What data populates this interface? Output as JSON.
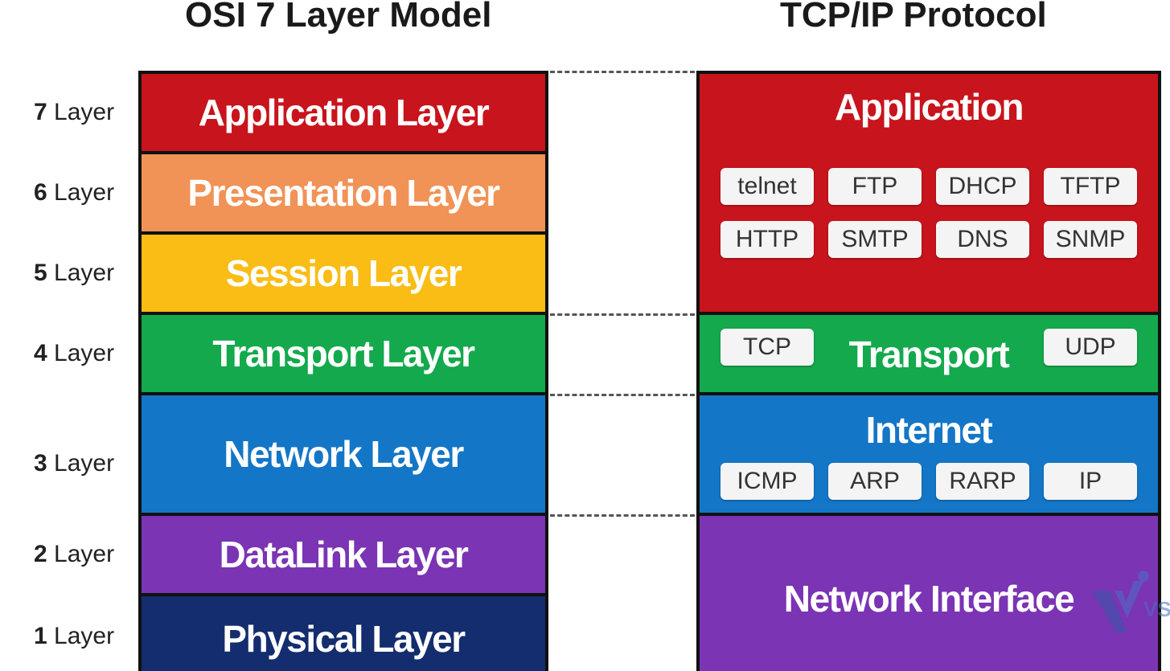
{
  "titles": {
    "osi": "OSI 7 Layer Model",
    "tcpip": "TCP/IP Protocol"
  },
  "layer_word": "Layer",
  "layer_numbers": [
    "7",
    "6",
    "5",
    "4",
    "3",
    "2",
    "1"
  ],
  "osi_layers": [
    {
      "name": "Application Layer",
      "color": "#c8141c"
    },
    {
      "name": "Presentation Layer",
      "color": "#f19256"
    },
    {
      "name": "Session Layer",
      "color": "#f9bd16"
    },
    {
      "name": "Transport Layer",
      "color": "#13a94c"
    },
    {
      "name": "Network Layer",
      "color": "#1476c6"
    },
    {
      "name": "DataLink Layer",
      "color": "#7a34b4"
    },
    {
      "name": "Physical Layer",
      "color": "#132d6e"
    }
  ],
  "tcpip_layers": {
    "application": {
      "name": "Application",
      "color": "#c8141c",
      "protocols": [
        "telnet",
        "FTP",
        "DHCP",
        "TFTP",
        "HTTP",
        "SMTP",
        "DNS",
        "SNMP"
      ]
    },
    "transport": {
      "name": "Transport",
      "color": "#13a94c",
      "protocols": [
        "TCP",
        "UDP"
      ]
    },
    "internet": {
      "name": "Internet",
      "color": "#1476c6",
      "protocols": [
        "ICMP",
        "ARP",
        "RARP",
        "IP"
      ]
    },
    "network_interface": {
      "name": "Network Interface",
      "color": "#7a34b4"
    }
  },
  "watermark_text": "VS"
}
